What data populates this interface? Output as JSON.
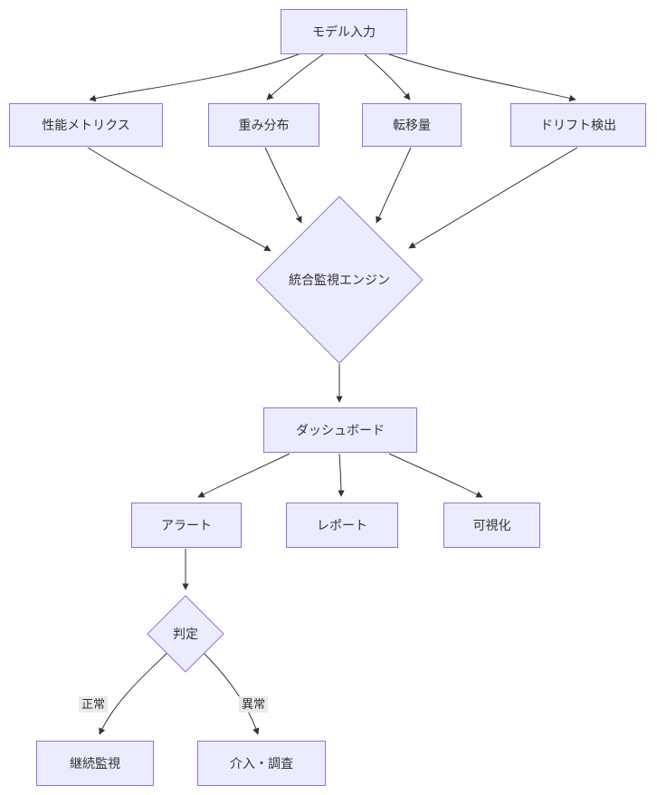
{
  "diagram": {
    "type": "flowchart",
    "direction": "top-down",
    "colors": {
      "node_fill": "#ECECFF",
      "node_border": "#9370DB",
      "edge_stroke": "#333333",
      "text": "#333333",
      "edge_label_bg": "#e8e8e8",
      "background": "#ffffff"
    },
    "nodes": {
      "model_input": {
        "label": "モデル入力",
        "shape": "rect"
      },
      "performance_metrics": {
        "label": "性能メトリクス",
        "shape": "rect"
      },
      "weight_distribution": {
        "label": "重み分布",
        "shape": "rect"
      },
      "transfer_amount": {
        "label": "転移量",
        "shape": "rect"
      },
      "drift_detection": {
        "label": "ドリフト検出",
        "shape": "rect"
      },
      "monitoring_engine": {
        "label": "統合監視エンジン",
        "shape": "diamond"
      },
      "dashboard": {
        "label": "ダッシュボード",
        "shape": "rect"
      },
      "alert": {
        "label": "アラート",
        "shape": "rect"
      },
      "report": {
        "label": "レポート",
        "shape": "rect"
      },
      "visualization": {
        "label": "可視化",
        "shape": "rect"
      },
      "judgment": {
        "label": "判定",
        "shape": "diamond"
      },
      "continuous_monitoring": {
        "label": "継続監視",
        "shape": "rect"
      },
      "intervention": {
        "label": "介入・調査",
        "shape": "rect"
      }
    },
    "edge_labels": {
      "normal": "正常",
      "abnormal": "異常"
    },
    "edges": [
      {
        "from": "model_input",
        "to": "performance_metrics",
        "label": ""
      },
      {
        "from": "model_input",
        "to": "weight_distribution",
        "label": ""
      },
      {
        "from": "model_input",
        "to": "transfer_amount",
        "label": ""
      },
      {
        "from": "model_input",
        "to": "drift_detection",
        "label": ""
      },
      {
        "from": "performance_metrics",
        "to": "monitoring_engine",
        "label": ""
      },
      {
        "from": "weight_distribution",
        "to": "monitoring_engine",
        "label": ""
      },
      {
        "from": "transfer_amount",
        "to": "monitoring_engine",
        "label": ""
      },
      {
        "from": "drift_detection",
        "to": "monitoring_engine",
        "label": ""
      },
      {
        "from": "monitoring_engine",
        "to": "dashboard",
        "label": ""
      },
      {
        "from": "dashboard",
        "to": "alert",
        "label": ""
      },
      {
        "from": "dashboard",
        "to": "report",
        "label": ""
      },
      {
        "from": "dashboard",
        "to": "visualization",
        "label": ""
      },
      {
        "from": "alert",
        "to": "judgment",
        "label": ""
      },
      {
        "from": "judgment",
        "to": "continuous_monitoring",
        "label": "正常"
      },
      {
        "from": "judgment",
        "to": "intervention",
        "label": "異常"
      }
    ]
  }
}
